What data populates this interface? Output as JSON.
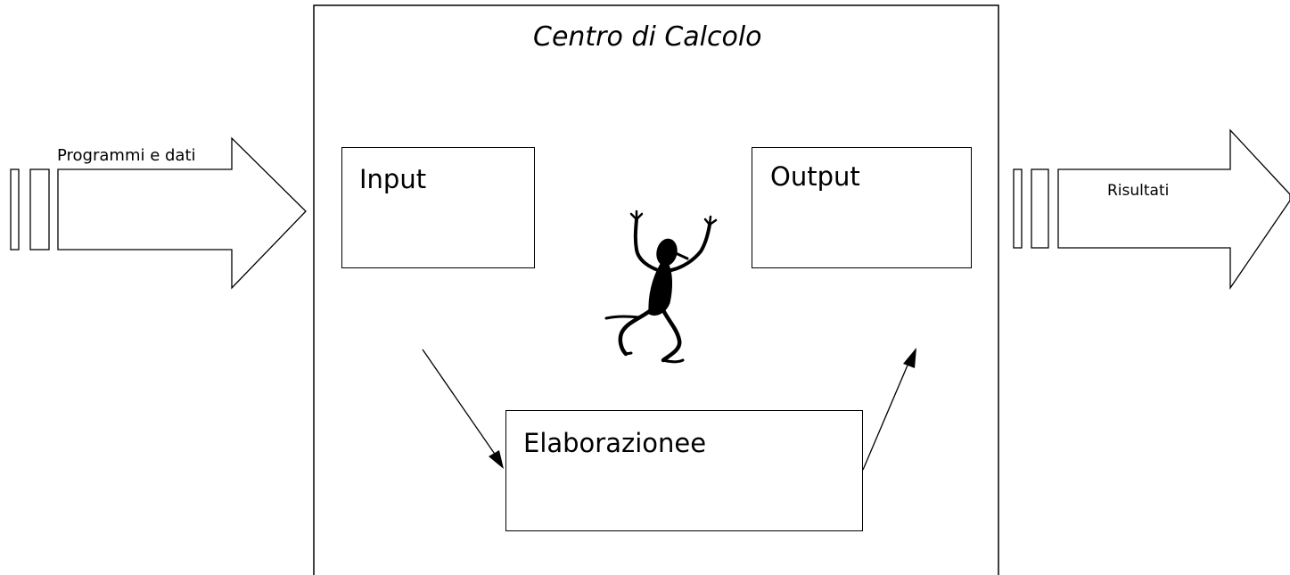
{
  "diagram": {
    "center_title": "Centro di Calcolo",
    "input_label": "Programmi e dati",
    "output_label": "Risultati",
    "boxes": {
      "input": "Input",
      "output": "Output",
      "processing": "Elaborazionee"
    },
    "icons": {
      "figure": "dancing-figure-icon"
    },
    "colors": {
      "stroke": "#000000",
      "background": "#ffffff"
    }
  }
}
